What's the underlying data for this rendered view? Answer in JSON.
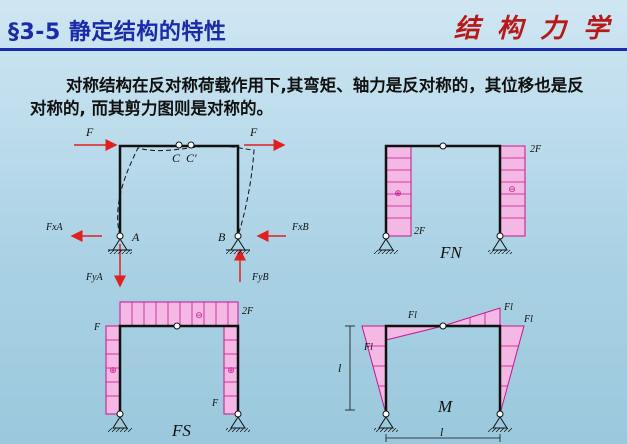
{
  "title": "§3-5 静定结构的特性",
  "brand": "结 构 力 学",
  "text": "对称结构在反对称荷载作用下,其弯矩、轴力是反对称的，其位移也是反对称的, 而其剪力图则是对称的。",
  "colors": {
    "title": "#1a2aa8",
    "brand": "#b81818",
    "force": "#e02020",
    "diagram": "#c8148c",
    "fill": "#f4b8e4",
    "frame": "#111111"
  },
  "diagram1": {
    "F_left": "F",
    "F_right": "F",
    "C": "C",
    "C_prime": "C′",
    "A": "A",
    "B": "B",
    "FxA": "FxA",
    "FxB": "FxB",
    "FyA": "FyA",
    "FyB": "FyB"
  },
  "diagram2": {
    "top_label": "2F",
    "bottom_label": "2F",
    "name": "FN",
    "sign_left": "⊕",
    "sign_right": "⊖"
  },
  "diagram3": {
    "label_left": "F",
    "label_top": "2F",
    "label_right": "F",
    "name": "FS",
    "sign_top": "⊖",
    "sign_left": "⊕",
    "sign_right": "⊕"
  },
  "diagram4": {
    "Fl_1": "Fl",
    "Fl_2": "Fl",
    "Fl_3": "Fl",
    "Fl_4": "Fl",
    "name": "M",
    "dim_h": "l",
    "dim_w": "l"
  }
}
